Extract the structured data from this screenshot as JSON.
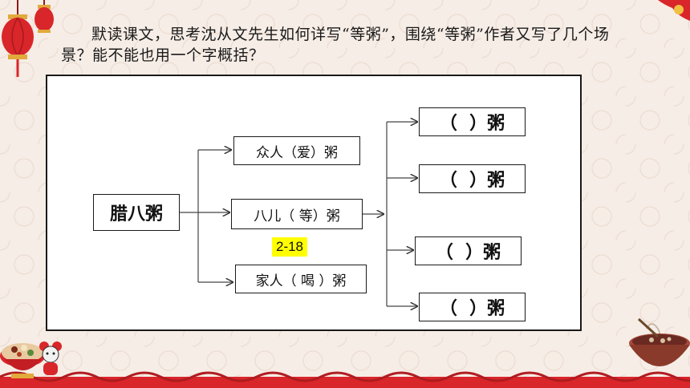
{
  "question": "默读课文，思考沈从文先生如何详写“等粥”，围绕“等粥”作者又写了几个场景？能不能也用一个字概括？",
  "diagram": {
    "root": "腊八粥",
    "branches": [
      "众人（爱）粥",
      "八儿（ 等）粥",
      "家人（ 喝 ）粥"
    ],
    "blanks": [
      "（  ）粥",
      "（  ）粥",
      "（  ）粥",
      "（  ）粥"
    ]
  },
  "badge": "2-18",
  "colors": {
    "frame": "#1a1a1a",
    "highlight": "#ffff00",
    "lantern": "#d9262a"
  },
  "icons": [
    "red-lantern-icon",
    "laba-porridge-bowl-icon",
    "cartoon-mouse-icon",
    "porridge-bowl-icon"
  ]
}
